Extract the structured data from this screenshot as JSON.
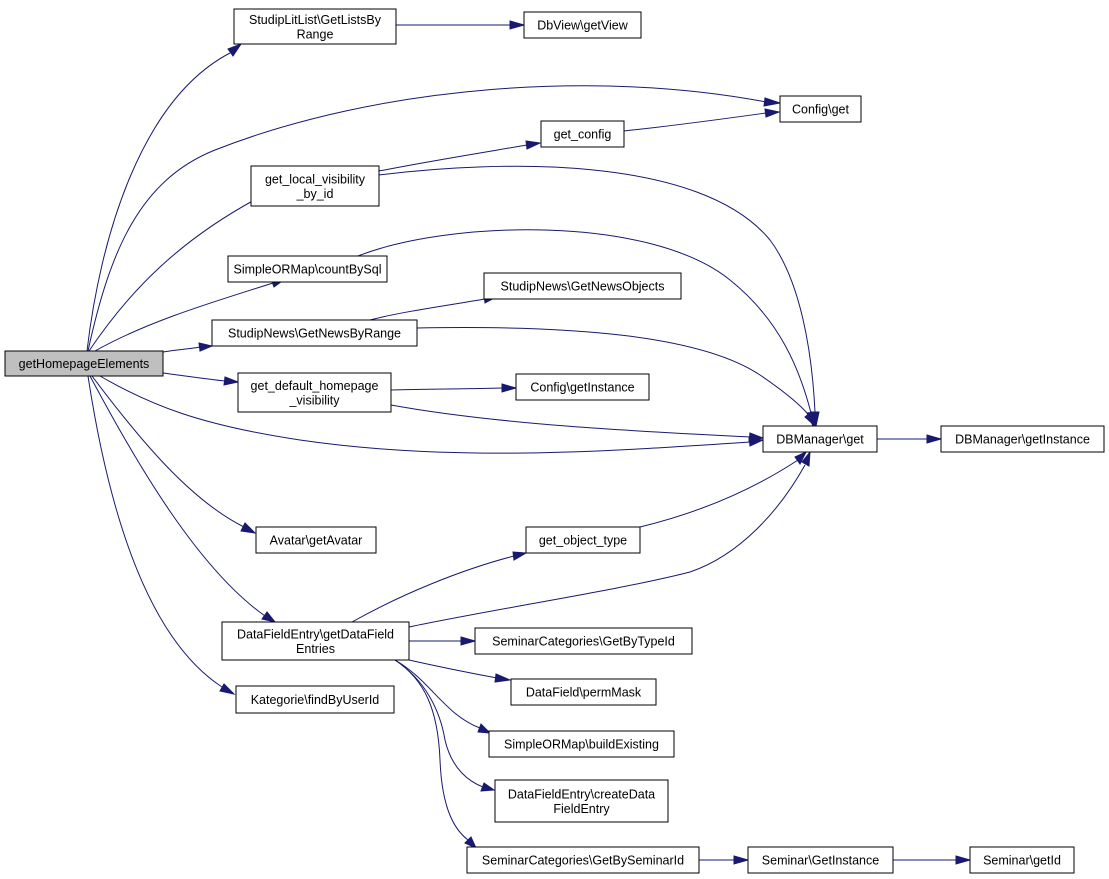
{
  "diagram": {
    "nodes": [
      {
        "id": "getHomepageElements",
        "lines": [
          "getHomepageElements"
        ]
      },
      {
        "id": "StudipLitList_GetListsByRange",
        "lines": [
          "StudipLitList\\GetListsBy",
          "Range"
        ]
      },
      {
        "id": "DbView_getView",
        "lines": [
          "DbView\\getView"
        ]
      },
      {
        "id": "Config_get",
        "lines": [
          "Config\\get"
        ]
      },
      {
        "id": "get_config",
        "lines": [
          "get_config"
        ]
      },
      {
        "id": "get_local_visibility_by_id",
        "lines": [
          "get_local_visibility",
          "_by_id"
        ]
      },
      {
        "id": "SimpleORMap_countBySql",
        "lines": [
          "SimpleORMap\\countBySql"
        ]
      },
      {
        "id": "StudipNews_GetNewsObjects",
        "lines": [
          "StudipNews\\GetNewsObjects"
        ]
      },
      {
        "id": "StudipNews_GetNewsByRange",
        "lines": [
          "StudipNews\\GetNewsByRange"
        ]
      },
      {
        "id": "get_default_homepage_visibility",
        "lines": [
          "get_default_homepage",
          "_visibility"
        ]
      },
      {
        "id": "Config_getInstance",
        "lines": [
          "Config\\getInstance"
        ]
      },
      {
        "id": "DBManager_get",
        "lines": [
          "DBManager\\get"
        ]
      },
      {
        "id": "DBManager_getInstance",
        "lines": [
          "DBManager\\getInstance"
        ]
      },
      {
        "id": "Avatar_getAvatar",
        "lines": [
          "Avatar\\getAvatar"
        ]
      },
      {
        "id": "get_object_type",
        "lines": [
          "get_object_type"
        ]
      },
      {
        "id": "DataFieldEntry_getDataFieldEntries",
        "lines": [
          "DataFieldEntry\\getDataField",
          "Entries"
        ]
      },
      {
        "id": "SeminarCategories_GetByTypeId",
        "lines": [
          "SeminarCategories\\GetByTypeId"
        ]
      },
      {
        "id": "DataField_permMask",
        "lines": [
          "DataField\\permMask"
        ]
      },
      {
        "id": "Kategorie_findByUserId",
        "lines": [
          "Kategorie\\findByUserId"
        ]
      },
      {
        "id": "SimpleORMap_buildExisting",
        "lines": [
          "SimpleORMap\\buildExisting"
        ]
      },
      {
        "id": "DataFieldEntry_createDataFieldEntry",
        "lines": [
          "DataFieldEntry\\createData",
          "FieldEntry"
        ]
      },
      {
        "id": "SeminarCategories_GetBySeminarId",
        "lines": [
          "SeminarCategories\\GetBySeminarId"
        ]
      },
      {
        "id": "Seminar_GetInstance",
        "lines": [
          "Seminar\\GetInstance"
        ]
      },
      {
        "id": "Seminar_getId",
        "lines": [
          "Seminar\\getId"
        ]
      }
    ],
    "edges": [
      {
        "from": "getHomepageElements",
        "to": "StudipLitList_GetListsByRange"
      },
      {
        "from": "getHomepageElements",
        "to": "Config_get"
      },
      {
        "from": "getHomepageElements",
        "to": "get_local_visibility_by_id"
      },
      {
        "from": "getHomepageElements",
        "to": "SimpleORMap_countBySql"
      },
      {
        "from": "getHomepageElements",
        "to": "StudipNews_GetNewsByRange"
      },
      {
        "from": "getHomepageElements",
        "to": "get_default_homepage_visibility"
      },
      {
        "from": "getHomepageElements",
        "to": "DBManager_get"
      },
      {
        "from": "getHomepageElements",
        "to": "Avatar_getAvatar"
      },
      {
        "from": "getHomepageElements",
        "to": "DataFieldEntry_getDataFieldEntries"
      },
      {
        "from": "getHomepageElements",
        "to": "Kategorie_findByUserId"
      },
      {
        "from": "StudipLitList_GetListsByRange",
        "to": "DbView_getView"
      },
      {
        "from": "get_config",
        "to": "Config_get"
      },
      {
        "from": "get_local_visibility_by_id",
        "to": "get_config"
      },
      {
        "from": "get_local_visibility_by_id",
        "to": "DBManager_get"
      },
      {
        "from": "SimpleORMap_countBySql",
        "to": "DBManager_get"
      },
      {
        "from": "StudipNews_GetNewsByRange",
        "to": "StudipNews_GetNewsObjects"
      },
      {
        "from": "StudipNews_GetNewsByRange",
        "to": "DBManager_get"
      },
      {
        "from": "get_default_homepage_visibility",
        "to": "Config_getInstance"
      },
      {
        "from": "get_default_homepage_visibility",
        "to": "DBManager_get"
      },
      {
        "from": "DBManager_get",
        "to": "DBManager_getInstance"
      },
      {
        "from": "get_object_type",
        "to": "DBManager_get"
      },
      {
        "from": "DataFieldEntry_getDataFieldEntries",
        "to": "get_object_type"
      },
      {
        "from": "DataFieldEntry_getDataFieldEntries",
        "to": "DBManager_get"
      },
      {
        "from": "DataFieldEntry_getDataFieldEntries",
        "to": "SeminarCategories_GetByTypeId"
      },
      {
        "from": "DataFieldEntry_getDataFieldEntries",
        "to": "DataField_permMask"
      },
      {
        "from": "DataFieldEntry_getDataFieldEntries",
        "to": "SimpleORMap_buildExisting"
      },
      {
        "from": "DataFieldEntry_getDataFieldEntries",
        "to": "DataFieldEntry_createDataFieldEntry"
      },
      {
        "from": "DataFieldEntry_getDataFieldEntries",
        "to": "SeminarCategories_GetBySeminarId"
      },
      {
        "from": "SeminarCategories_GetBySeminarId",
        "to": "Seminar_GetInstance"
      },
      {
        "from": "Seminar_GetInstance",
        "to": "Seminar_getId"
      }
    ]
  },
  "colors": {
    "edge": "#191970",
    "node_fill": "#ffffff",
    "root_fill": "#bfbfbf",
    "node_stroke": "#000000"
  }
}
